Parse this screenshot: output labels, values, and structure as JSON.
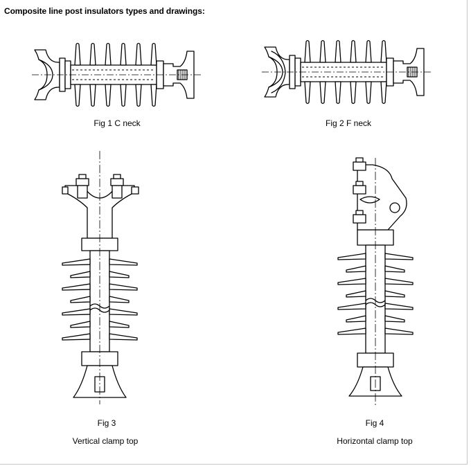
{
  "page": {
    "title": "Composite line post insulators types and drawings:"
  },
  "figures": [
    {
      "id": "fig1",
      "caption": "Fig 1 C neck",
      "icon": "c-neck-insulator-drawing"
    },
    {
      "id": "fig2",
      "caption": "Fig 2 F neck",
      "icon": "f-neck-insulator-drawing"
    },
    {
      "id": "fig3",
      "caption": "Fig 3",
      "subcaption": "Vertical clamp top",
      "icon": "vertical-clamp-insulator-drawing"
    },
    {
      "id": "fig4",
      "caption": "Fig 4",
      "subcaption": "Horizontal clamp top",
      "icon": "horizontal-clamp-insulator-drawing"
    }
  ],
  "colors": {
    "line": "#000000",
    "background": "#ffffff",
    "frame": "#c8c8c8"
  }
}
